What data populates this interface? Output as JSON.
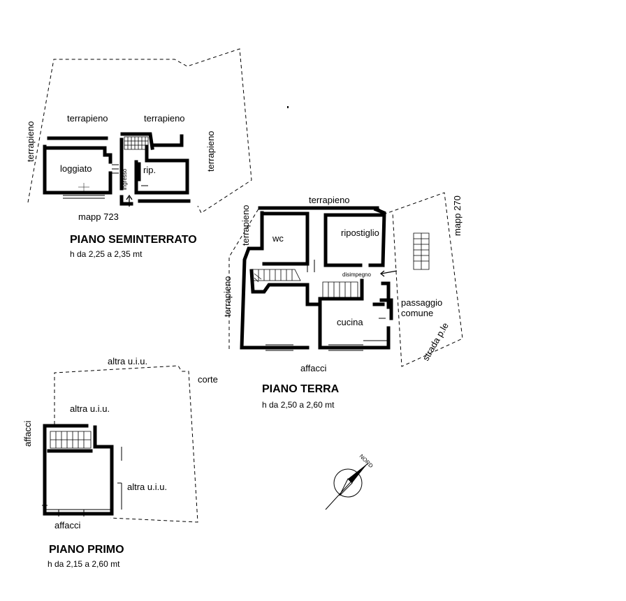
{
  "seminterrato": {
    "title": "PIANO SEMINTERRATO",
    "height": "h da 2,25 a 2,35 mt",
    "terrapieno_top_left": "terrapieno",
    "terrapieno_top_right": "terrapieno",
    "terrapieno_left": "terrapieno",
    "terrapieno_right": "terrapieno",
    "loggiato": "loggiato",
    "rip": "rip.",
    "ingresso": "ingresso",
    "mapp": "mapp 723"
  },
  "terra": {
    "title": "PIANO TERRA",
    "height": "h da 2,50 a 2,60 mt",
    "terrapieno_top": "terrapieno",
    "terrapieno_left_upper": "terrapieno",
    "terrapieno_left_lower": "terrapieno",
    "wc": "wc",
    "ripostiglio": "ripostiglio",
    "disimpegno": "disimpegno",
    "passaggio": "passaggio",
    "comune": "comune",
    "cucina": "cucina",
    "mapp": "mapp 270",
    "strada": "strada p.le",
    "affacci": "affacci"
  },
  "primo": {
    "title": "PIANO PRIMO",
    "height": "h da 2,15 a 2,60 mt",
    "altra_top": "altra u.i.u.",
    "corte": "corte",
    "altra_mid": "altra u.i.u.",
    "altra_right": "altra u.i.u.",
    "affacci_left": "affacci",
    "affacci_bottom": "affacci"
  },
  "compass": {
    "label": "NORD"
  }
}
